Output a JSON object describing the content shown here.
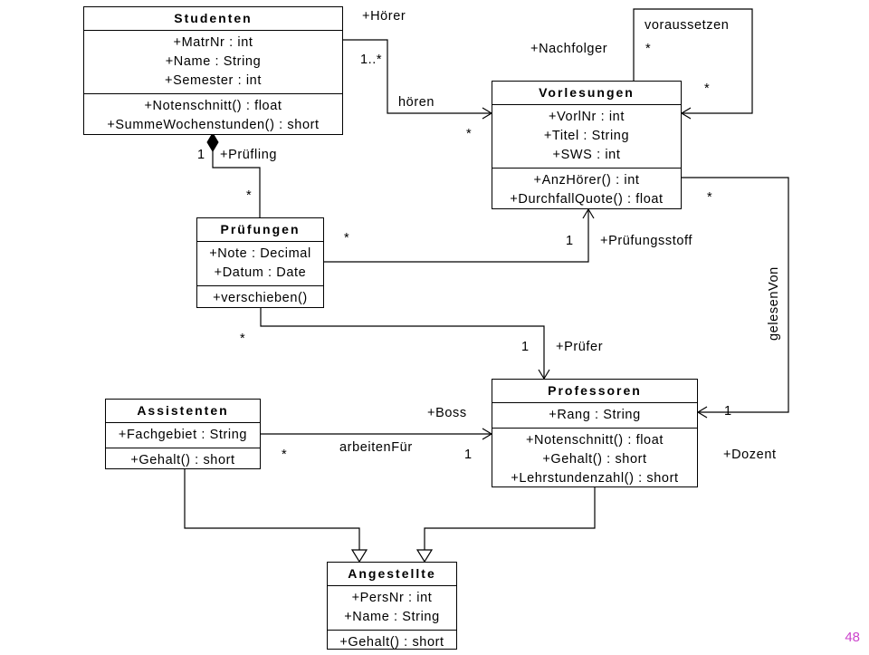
{
  "classes": {
    "studenten": {
      "name": "Studenten",
      "attributes": [
        "+MatrNr : int",
        "+Name : String",
        "+Semester : int"
      ],
      "operations": [
        "+Notenschnitt() : float",
        "+SummeWochenstunden() : short"
      ]
    },
    "vorlesungen": {
      "name": "Vorlesungen",
      "attributes": [
        "+VorlNr : int",
        "+Titel : String",
        "+SWS : int"
      ],
      "operations": [
        "+AnzHörer() : int",
        "+DurchfallQuote() : float"
      ]
    },
    "pruefungen": {
      "name": "Prüfungen",
      "attributes": [
        "+Note : Decimal",
        "+Datum : Date"
      ],
      "operations": [
        "+verschieben()"
      ]
    },
    "professoren": {
      "name": "Professoren",
      "attributes": [
        "+Rang : String"
      ],
      "operations": [
        "+Notenschnitt() : float",
        "+Gehalt() : short",
        "+Lehrstundenzahl() : short"
      ]
    },
    "assistenten": {
      "name": "Assistenten",
      "attributes": [
        "+Fachgebiet : String"
      ],
      "operations": [
        "+Gehalt() : short"
      ]
    },
    "angestellte": {
      "name": "Angestellte",
      "attributes": [
        "+PersNr : int",
        "+Name : String"
      ],
      "operations": [
        "+Gehalt() : short"
      ]
    }
  },
  "labels": {
    "hoerer_role": "+Hörer",
    "hoerer_mult": "1..*",
    "hoeren_assoc": "hören",
    "hoeren_star": "*",
    "nachfolger_role": "+Nachfolger",
    "voraussetzen_assoc": "voraussetzen",
    "voraus_star1": "*",
    "voraus_star2": "*",
    "pruefling_mult": "1",
    "pruefling_role": "+Prüfling",
    "pruef_stud_star": "*",
    "pruef_vorl_star": "*",
    "pruef_vorl_one": "1",
    "pruefungsstoff_role": "+Prüfungsstoff",
    "vorl_prof_star": "*",
    "gelesenvon_assoc": "gelesenVon",
    "pruef_prof_star": "*",
    "pruefer_one": "1",
    "pruefer_role": "+Prüfer",
    "boss_role": "+Boss",
    "prof_one": "1",
    "arbeitenfuer_assoc": "arbeitenFür",
    "assist_star": "*",
    "assist_one": "1",
    "dozent_role": "+Dozent"
  },
  "page_number": "48"
}
